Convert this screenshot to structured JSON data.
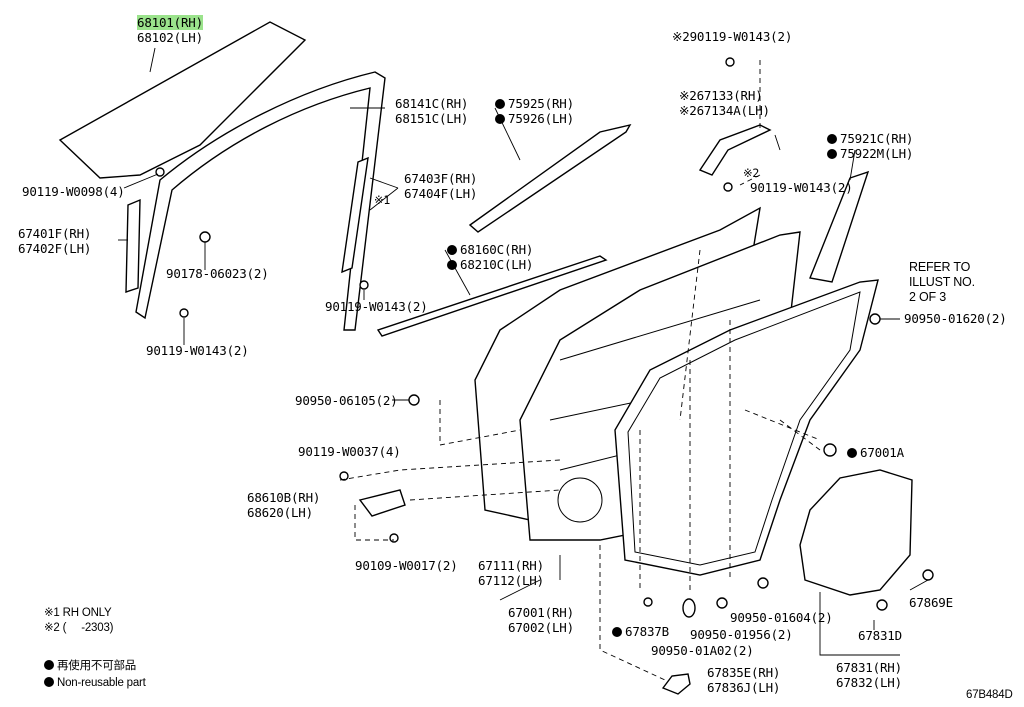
{
  "parts": {
    "glass_rh": "68101(RH)",
    "glass_lh": "68102(LH)",
    "screw_glass": "90119-W0098(4)",
    "run_rh": "68141C(RH)",
    "run_lh": "68151C(LH)",
    "div_bar_rh": "67401F(RH)",
    "div_bar_lh": "67402F(LH)",
    "clip_06023": "90178-06023(2)",
    "screw_w0143_left": "90119-W0143(2)",
    "bar_rear_rh": "67403F(RH)",
    "bar_rear_lh": "67404F(LH)",
    "note1_mark": "※1",
    "screw_w0143_mid": "90119-W0143(2)",
    "moulding_top_rh": "75925(RH)",
    "moulding_top_lh": "75926(LH)",
    "weatherstrip_rh": "68160C(RH)",
    "weatherstrip_lh": "68210C(LH)",
    "screw_top_right": "※290119-W0143(2)",
    "cover_rh": "※267133(RH)",
    "cover_lh": "※267134A(LH)",
    "screw_cover_mark": "※2",
    "screw_cover": "90119-W0143(2)",
    "garnish_rh": "75921C(RH)",
    "garnish_lh": "75922M(LH)",
    "refer_line1": "REFER TO",
    "refer_line2": "ILLUST NO.",
    "refer_line3": "2 OF 3",
    "plug_01620": "90950-01620(2)",
    "plug_06105": "90950-06105(2)",
    "screw_w0037": "90119-W0037(4)",
    "hinge_rh": "68610B(RH)",
    "hinge_lh": "68620(LH)",
    "bolt_w0017": "90109-W0017(2)",
    "hole_cover": "67001A",
    "panel_rh": "67111(RH)",
    "panel_lh": "67112(LH)",
    "door_rh": "67001(RH)",
    "door_lh": "67002(LH)",
    "plug_01604": "90950-01604(2)",
    "plug_01956": "90950-01956(2)",
    "plug_01a02": "90950-01A02(2)",
    "clip_67837b": "67837B",
    "clip_67869e": "67869E",
    "seal_67831d": "67831D",
    "seal_rh": "67831(RH)",
    "seal_lh": "67832(LH)",
    "cap_rh": "67835E(RH)",
    "cap_lh": "67836J(LH)",
    "diagram_code": "67B484D"
  },
  "notes": {
    "n1": "※1 RH ONLY",
    "n2": "※2 (     -2303)",
    "legend_jp": "再使用不可部品",
    "legend_en": "Non-reusable part"
  },
  "highlight_color": "#9be38c"
}
